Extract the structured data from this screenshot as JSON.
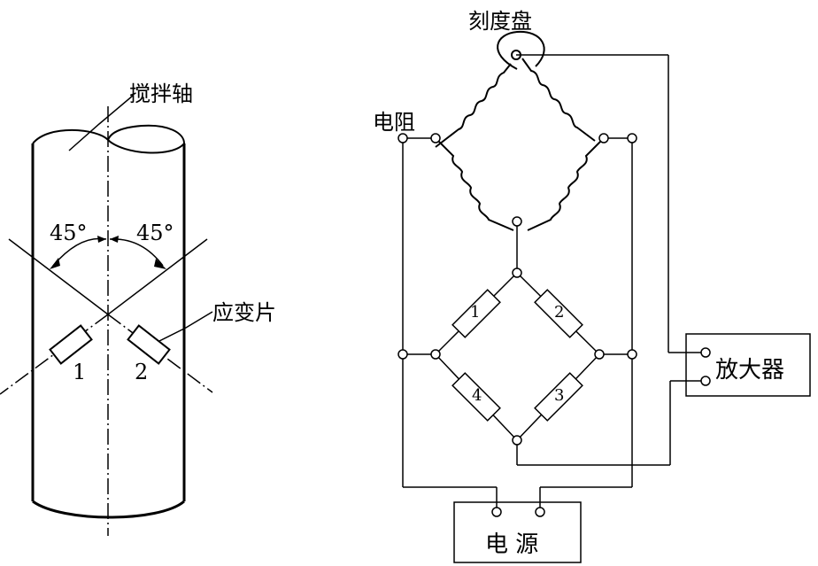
{
  "left_figure": {
    "shaft_label": "搅拌轴",
    "angle_left": "45°",
    "angle_right": "45°",
    "gauge_label": "应变片",
    "gauge_1": "1",
    "gauge_2": "2"
  },
  "right_figure": {
    "dial_label": "刻度盘",
    "resistor_label": "电阻",
    "bridge_arms": [
      "1",
      "2",
      "3",
      "4"
    ],
    "amplifier_label": "放大器",
    "power_label": "电 源"
  }
}
